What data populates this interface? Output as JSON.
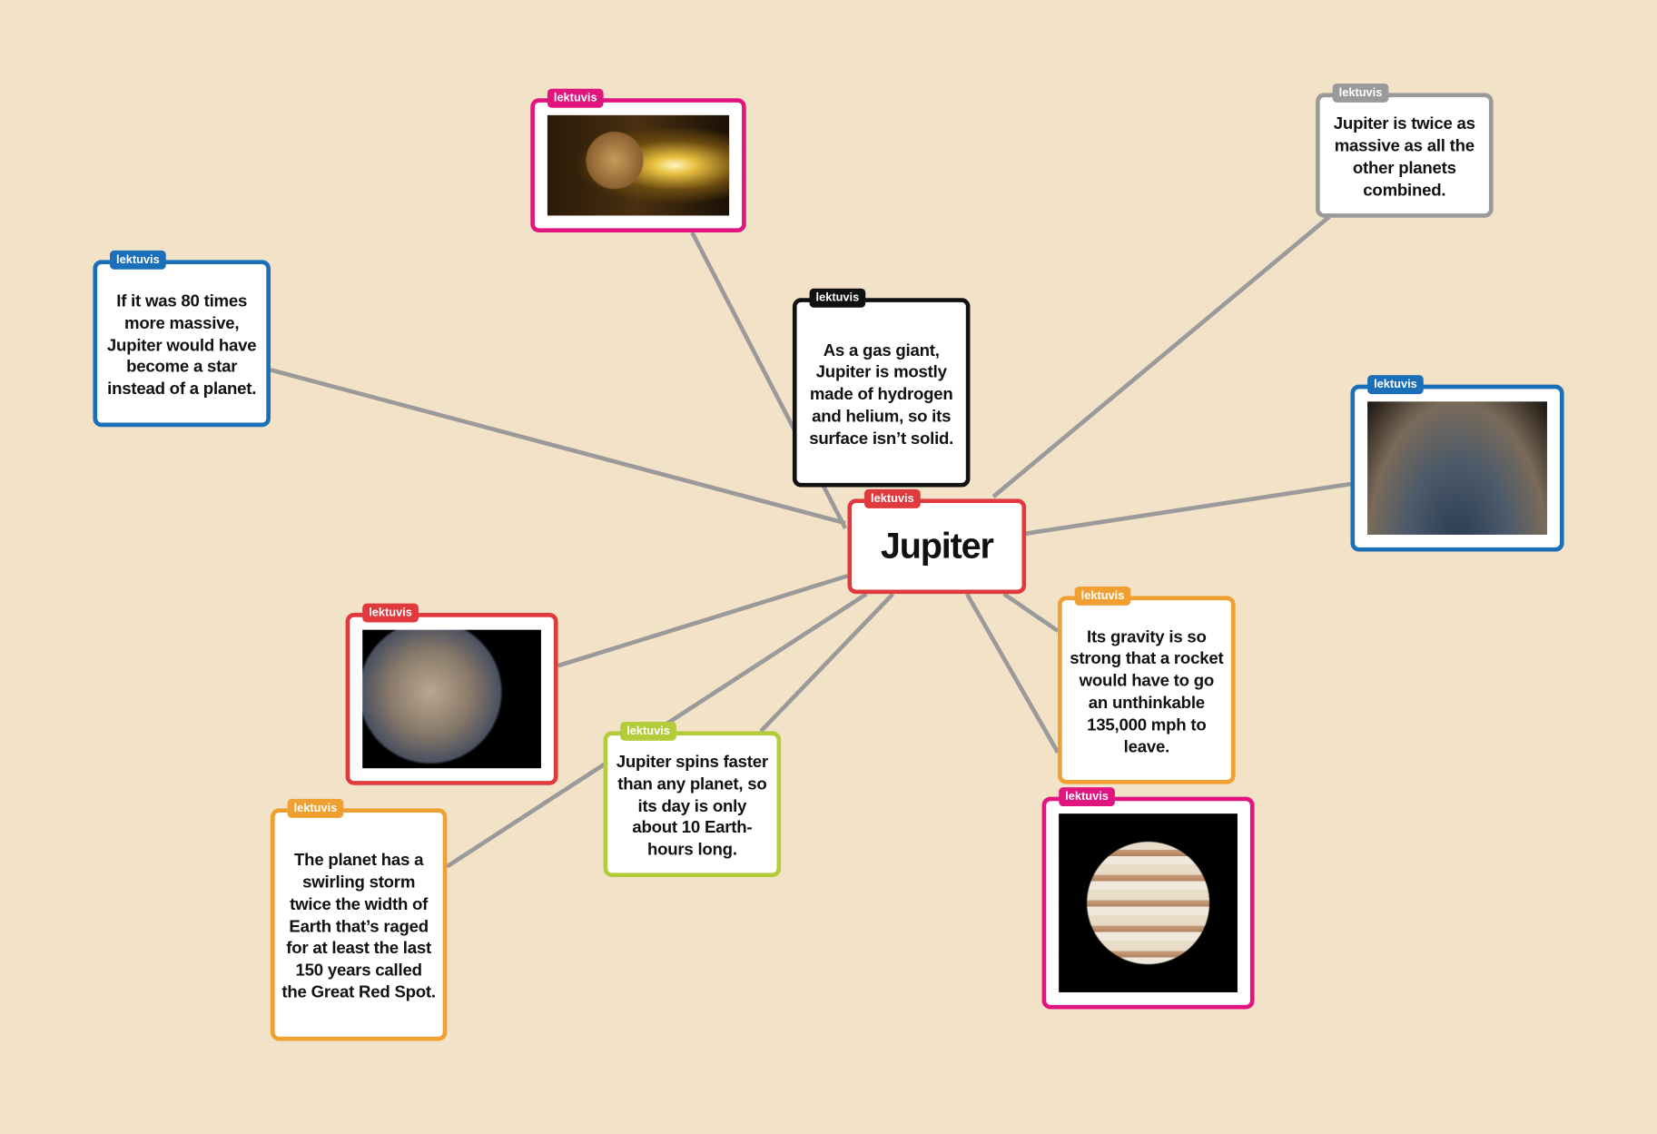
{
  "tag_label": "lektuvis",
  "central": {
    "title": "Jupiter",
    "color": "#e0393e"
  },
  "nodes": [
    {
      "id": "img-nebula",
      "type": "image",
      "image": "jupiter-with-sun-flare",
      "color": "#e0157f"
    },
    {
      "id": "fact-massive",
      "type": "text",
      "text": "Jupiter is twice as massive as all the other planets combined.",
      "color": "#9a9a9a"
    },
    {
      "id": "fact-star",
      "type": "text",
      "text": "If it was 80 times more massive, Jupiter would have become a star instead of a planet.",
      "color": "#1a6fb8"
    },
    {
      "id": "fact-gas",
      "type": "text",
      "text": "As a gas giant, Jupiter is mostly made of hydrogen and helium, so its surface isn’t solid.",
      "color": "#111111"
    },
    {
      "id": "img-pole",
      "type": "image",
      "image": "jupiter-south-pole",
      "color": "#1a6fb8"
    },
    {
      "id": "img-juno",
      "type": "image",
      "image": "juno-spacecraft-and-jupiter",
      "color": "#e0393e"
    },
    {
      "id": "fact-gravity",
      "type": "text",
      "text": "Its gravity is so strong that a rocket would have to go an unthinkable 135,000 mph to leave.",
      "color": "#f0a030"
    },
    {
      "id": "fact-spin",
      "type": "text",
      "text": "Jupiter spins faster than any planet, so its day is only about 10 Earth-hours long.",
      "color": "#b5cc3a"
    },
    {
      "id": "fact-storm",
      "type": "text",
      "text": "The planet has a swirling storm twice the width of Earth that’s raged for at least the last 150 years called the Great Red Spot.",
      "color": "#f0a030"
    },
    {
      "id": "img-full",
      "type": "image",
      "image": "jupiter-full-disk",
      "color": "#e0157f"
    }
  ]
}
